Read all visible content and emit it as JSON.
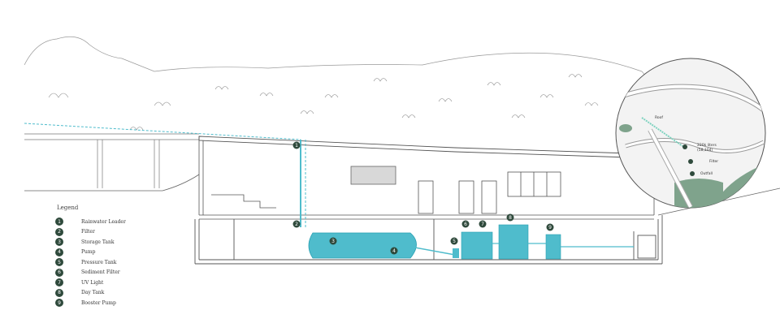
{
  "legend": {
    "title": "Legend",
    "items": [
      {
        "num": "1",
        "label": "Rainwater Leader"
      },
      {
        "num": "2",
        "label": "Filter"
      },
      {
        "num": "3",
        "label": "Storage Tank"
      },
      {
        "num": "4",
        "label": "Pump"
      },
      {
        "num": "5",
        "label": "Pressure Tank"
      },
      {
        "num": "6",
        "label": "Sediment Filter"
      },
      {
        "num": "7",
        "label": "UV Light"
      },
      {
        "num": "8",
        "label": "Day Tank"
      },
      {
        "num": "9",
        "label": "Booster Pump"
      }
    ]
  },
  "markers": {
    "m1": "1",
    "m2": "2",
    "m3": "3",
    "m4": "4",
    "m5": "5",
    "m6": "6",
    "m7": "7",
    "m8": "8",
    "m9": "9"
  },
  "map_inset": {
    "label_storage": "220k liters",
    "label_storage_sub": "(58,104)",
    "label_filter": "Filter",
    "label_outfall": "Outfall",
    "label_roof": "Roof"
  },
  "colors": {
    "water": "#4fbccc",
    "water_dark": "#2aa0b3",
    "marker": "#2f4a3c",
    "line": "#555555",
    "green": "#7fa38c"
  }
}
